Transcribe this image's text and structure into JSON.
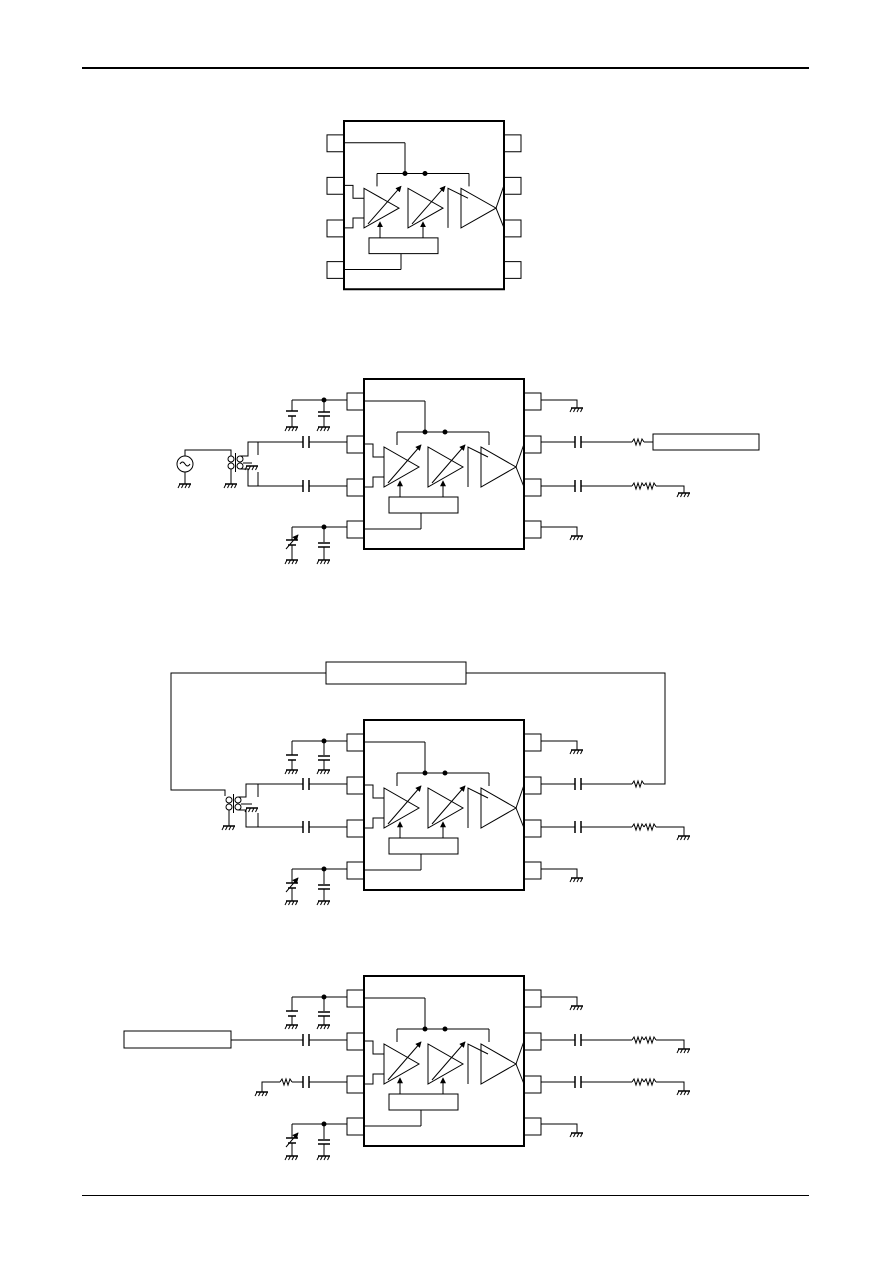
{
  "page": {
    "diagrams": [
      {
        "name": "block-diagram"
      },
      {
        "name": "test-circuit-1"
      },
      {
        "name": "test-circuit-2"
      },
      {
        "name": "test-circuit-3"
      }
    ]
  },
  "colors": {
    "line": "#000000",
    "background": "#ffffff"
  }
}
